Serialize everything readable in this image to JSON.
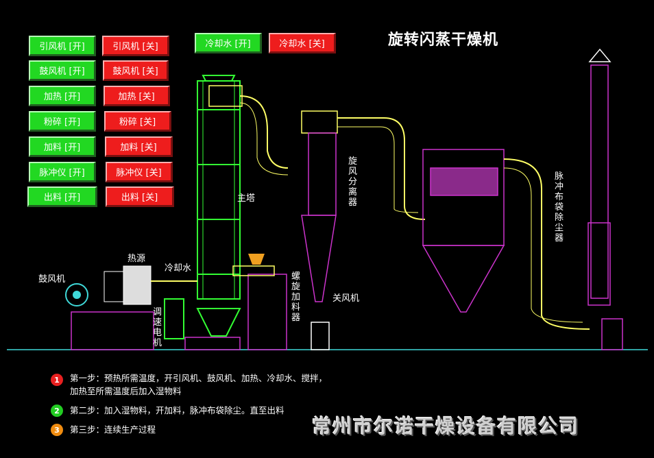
{
  "title": "旋转闪蒸干燥机",
  "controls": [
    {
      "on": "引风机 [开]",
      "off": "引风机 [关]"
    },
    {
      "on": "鼓风机 [开]",
      "off": "鼓风机 [关]"
    },
    {
      "on": "加热 [开]",
      "off": "加热 [关]"
    },
    {
      "on": "粉碎 [开]",
      "off": "粉碎 [关]"
    },
    {
      "on": "加料 [开]",
      "off": "加料 [关]"
    },
    {
      "on": "脉冲仪 [开]",
      "off": "脉冲仪 [关]"
    },
    {
      "on": "出料 [开]",
      "off": "出料 [关]"
    }
  ],
  "cooling": {
    "on": "冷却水 [开]",
    "off": "冷却水 [关]"
  },
  "labels": {
    "blower": "鼓风机",
    "heat_source": "热源",
    "cooling_water": "冷却水",
    "main_tower": "主塔",
    "cyclone": "旋风分离器",
    "screw_feeder": "螺旋加料器",
    "airlock": "关风机",
    "bag_filter": "脉冲布袋除尘器",
    "speed_motor": "调速电机"
  },
  "steps": [
    {
      "num": "1",
      "color": "#e82020",
      "text": "第一步：预热所需温度，开引风机、鼓风机、加热、冷却水、搅拌，",
      "text2": "加热至所需温度后加入湿物料"
    },
    {
      "num": "2",
      "color": "#22cc22",
      "text": "第二步：加入湿物料，开加料，脉冲布袋除尘。直至出料"
    },
    {
      "num": "3",
      "color": "#f08c10",
      "text": "第三步：连续生产过程"
    }
  ],
  "company": "常州市尔诺干燥设备有限公司",
  "colors": {
    "on": "#22d822",
    "off": "#ee1d1d",
    "tower": "#33ff33",
    "duct": "#ffff66",
    "frame": "#cc33cc"
  }
}
